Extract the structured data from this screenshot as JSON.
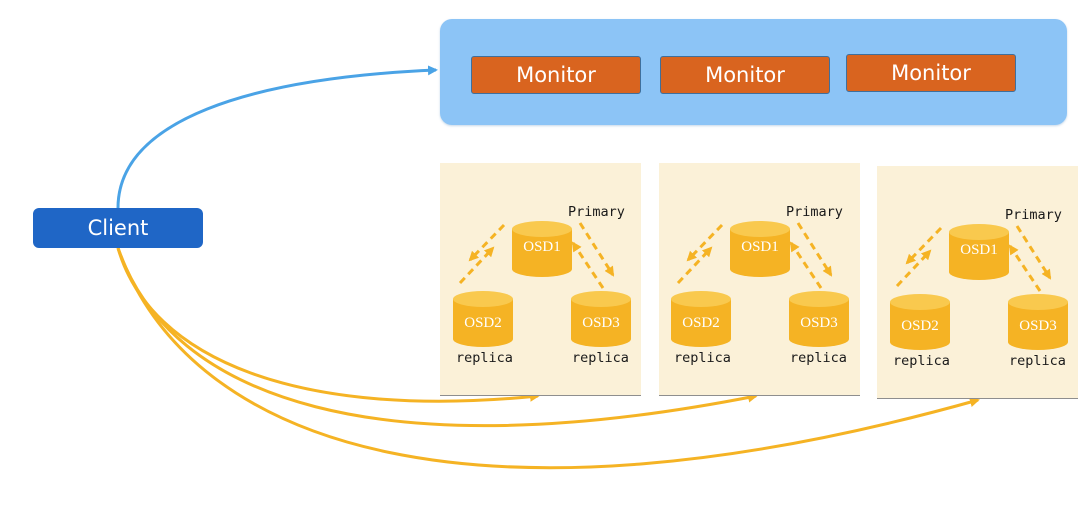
{
  "monitor_cluster": {
    "monitors": [
      {
        "label": "Monitor"
      },
      {
        "label": "Monitor"
      },
      {
        "label": "Monitor"
      }
    ]
  },
  "client": {
    "label": "Client"
  },
  "placement_groups": [
    {
      "primary_label": "Primary",
      "osds": [
        "OSD1",
        "OSD2",
        "OSD3"
      ],
      "replica_labels": [
        "replica",
        "replica"
      ]
    },
    {
      "primary_label": "Primary",
      "osds": [
        "OSD1",
        "OSD2",
        "OSD3"
      ],
      "replica_labels": [
        "replica",
        "replica"
      ]
    },
    {
      "primary_label": "Primary",
      "osds": [
        "OSD1",
        "OSD2",
        "OSD3"
      ],
      "replica_labels": [
        "replica",
        "replica"
      ]
    }
  ],
  "colors": {
    "monitor_panel": "#8cc4f6",
    "monitor": "#d9641f",
    "client": "#1f66c6",
    "group_background": "#fbf1d8",
    "osd": "#f5b324",
    "client_to_monitor_line": "#4aa3e6",
    "client_to_osd_line": "#f5b324"
  }
}
